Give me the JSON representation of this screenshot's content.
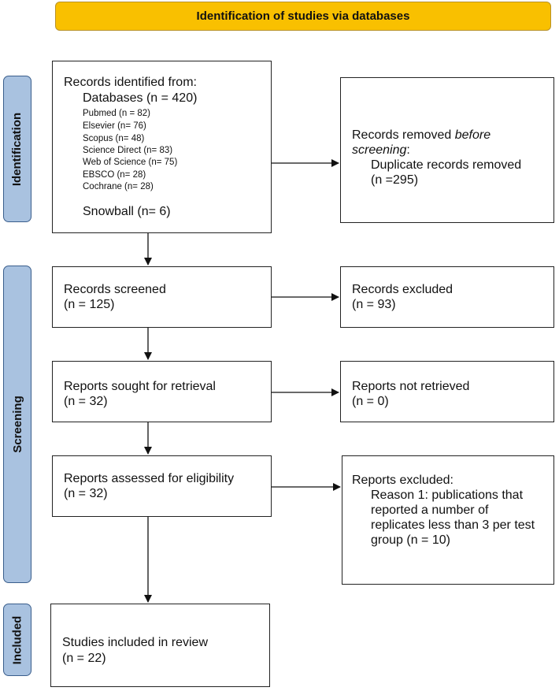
{
  "header": {
    "title": "Identification of studies via databases"
  },
  "phases": {
    "identification": "Identification",
    "screening": "Screening",
    "included": "Included"
  },
  "identification_box": {
    "heading": "Records identified from:",
    "databases": "Databases (n = 420)",
    "sources": [
      "Pubmed (n = 82)",
      "Elsevier (n= 76)",
      "Scopus (n= 48)",
      "Science Direct (n= 83)",
      "Web of Science (n= 75)",
      "EBSCO (n= 28)",
      "Cochrane (n= 28)"
    ],
    "snowball": "Snowball (n= 6)"
  },
  "removed_box": {
    "line1": "Records removed ",
    "line1_italic": "before",
    "line2_italic": "screening",
    "line2_tail": ":",
    "line3": "Duplicate records removed",
    "line4": "(n =295)"
  },
  "screened_box": {
    "label": "Records screened",
    "count": "(n = 125)"
  },
  "excluded_box": {
    "label": "Records excluded",
    "count": "(n = 93)"
  },
  "sought_box": {
    "label": "Reports sought for retrieval",
    "count": "(n = 32)"
  },
  "not_retrieved_box": {
    "label": "Reports not retrieved",
    "count": "(n = 0)"
  },
  "assessed_box": {
    "label": "Reports assessed for eligibility",
    "count": "(n = 32)"
  },
  "reports_excluded_box": {
    "label": "Reports excluded:",
    "reason_lines": [
      "Reason 1: publications that",
      "reported a number of",
      "replicates less than 3 per test",
      "group (n = 10)"
    ]
  },
  "included_box": {
    "label": "Studies included in review",
    "count": "(n = 22)"
  }
}
